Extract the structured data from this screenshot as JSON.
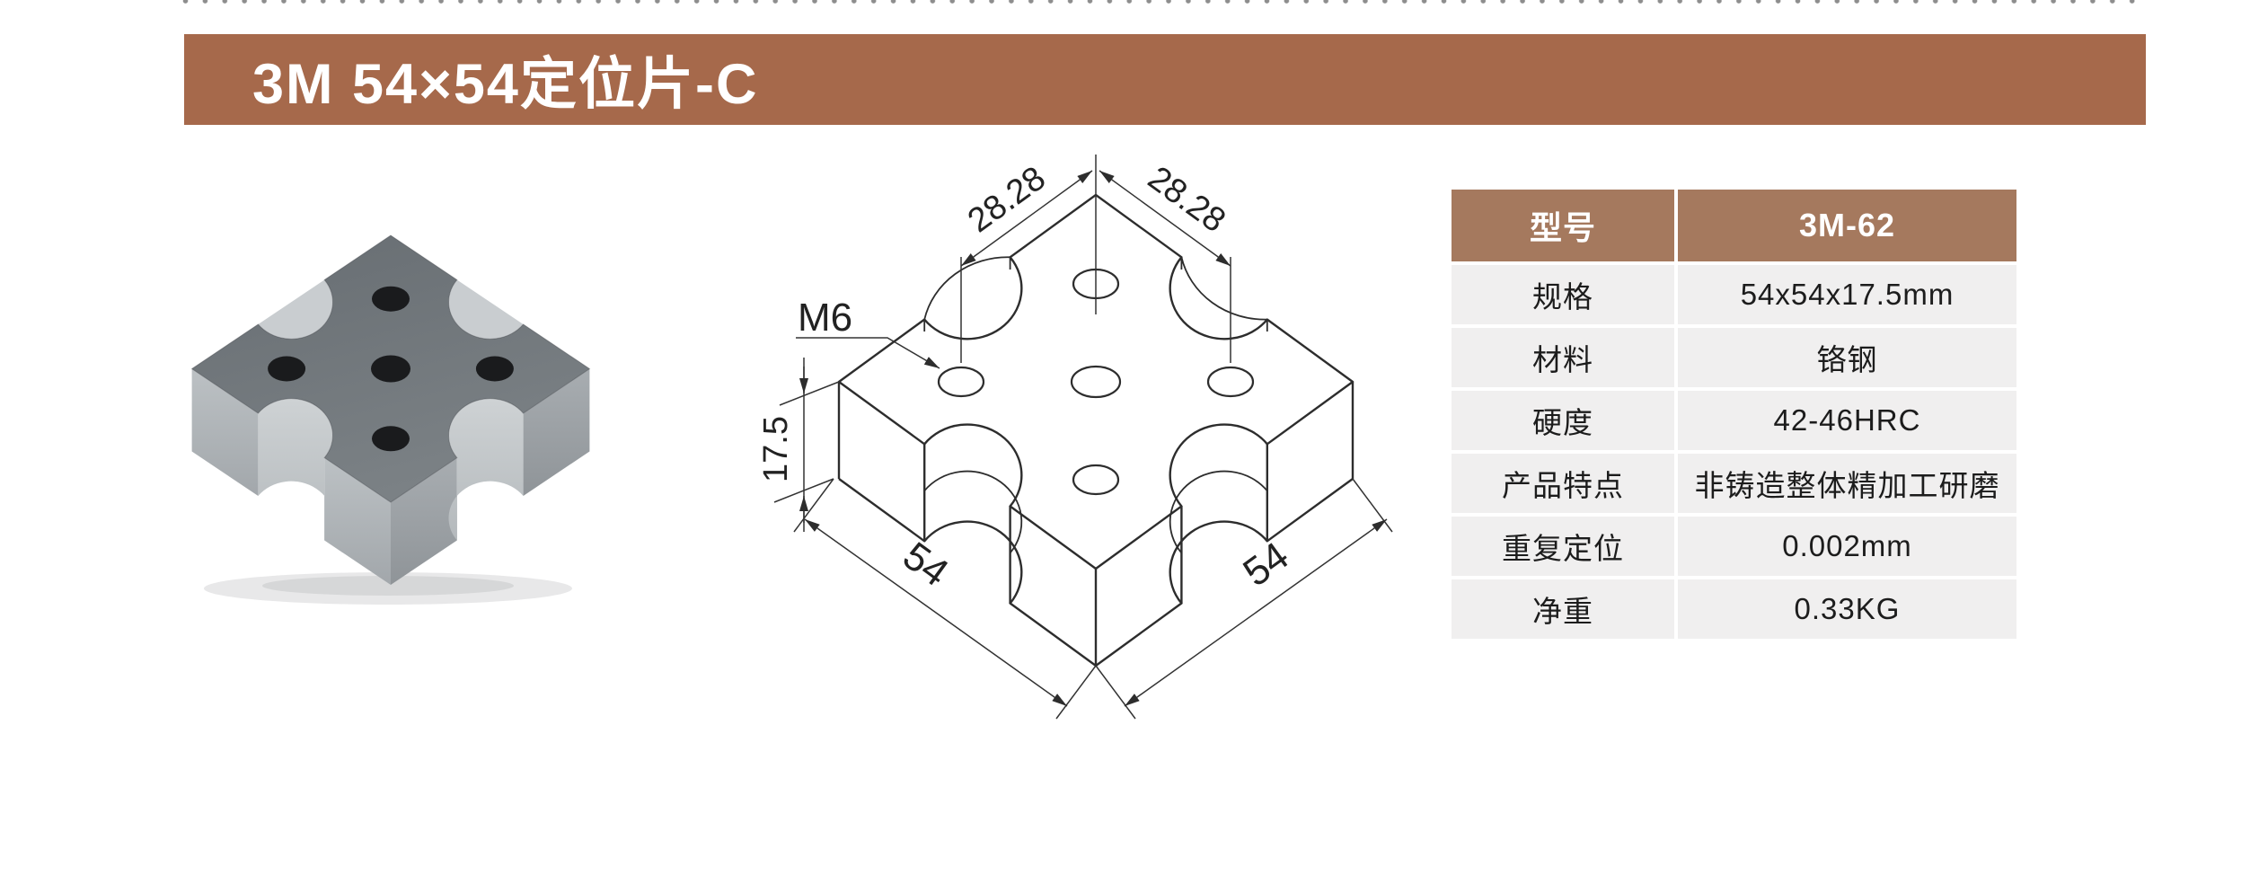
{
  "header": {
    "title": "3M 54×54定位片-C"
  },
  "colors": {
    "title_bar": "#A6694B",
    "table_header": "#A5795E",
    "table_row_bg": "#F0EFEF",
    "part_top_face": "#6e7478",
    "drawing_line": "#2d2d2d"
  },
  "drawing": {
    "dim_top_left": "28.28",
    "dim_top_right": "28.28",
    "thread_label": "M6",
    "dim_height": "17.5",
    "dim_bottom_left": "54",
    "dim_bottom_right": "54"
  },
  "spec_table": {
    "header": {
      "label": "型号",
      "value": "3M-62"
    },
    "rows": [
      {
        "label": "规格",
        "value": "54x54x17.5mm"
      },
      {
        "label": "材料",
        "value": "铬钢"
      },
      {
        "label": "硬度",
        "value": "42-46HRC"
      },
      {
        "label": "产品特点",
        "value": "非铸造整体精加工研磨"
      },
      {
        "label": "重复定位",
        "value": "0.002mm"
      },
      {
        "label": "净重",
        "value": "0.33KG"
      }
    ]
  }
}
